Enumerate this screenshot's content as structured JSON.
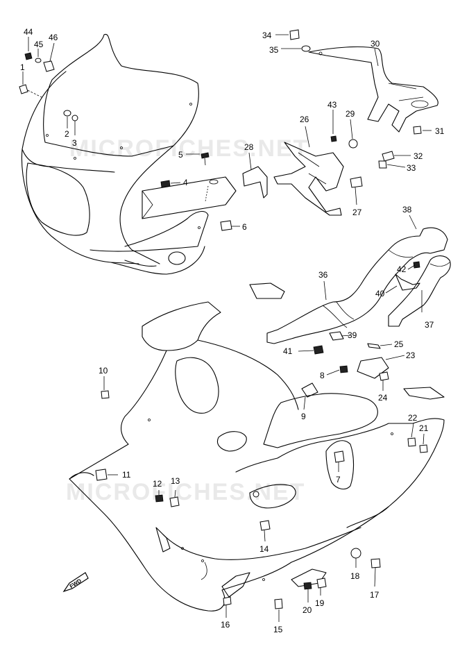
{
  "watermarks": [
    "MICROFICHES.NET",
    "MICROFICHES.NET"
  ],
  "direction_badge": "FWD",
  "callouts": [
    "44",
    "45",
    "46",
    "1",
    "2",
    "3",
    "5",
    "4",
    "6",
    "34",
    "35",
    "30",
    "43",
    "26",
    "29",
    "31",
    "28",
    "32",
    "33",
    "27",
    "38",
    "42",
    "36",
    "40",
    "37",
    "39",
    "25",
    "23",
    "41",
    "8",
    "24",
    "10",
    "9",
    "22",
    "21",
    "11",
    "7",
    "12",
    "13",
    "14",
    "18",
    "17",
    "16",
    "20",
    "19",
    "15"
  ]
}
